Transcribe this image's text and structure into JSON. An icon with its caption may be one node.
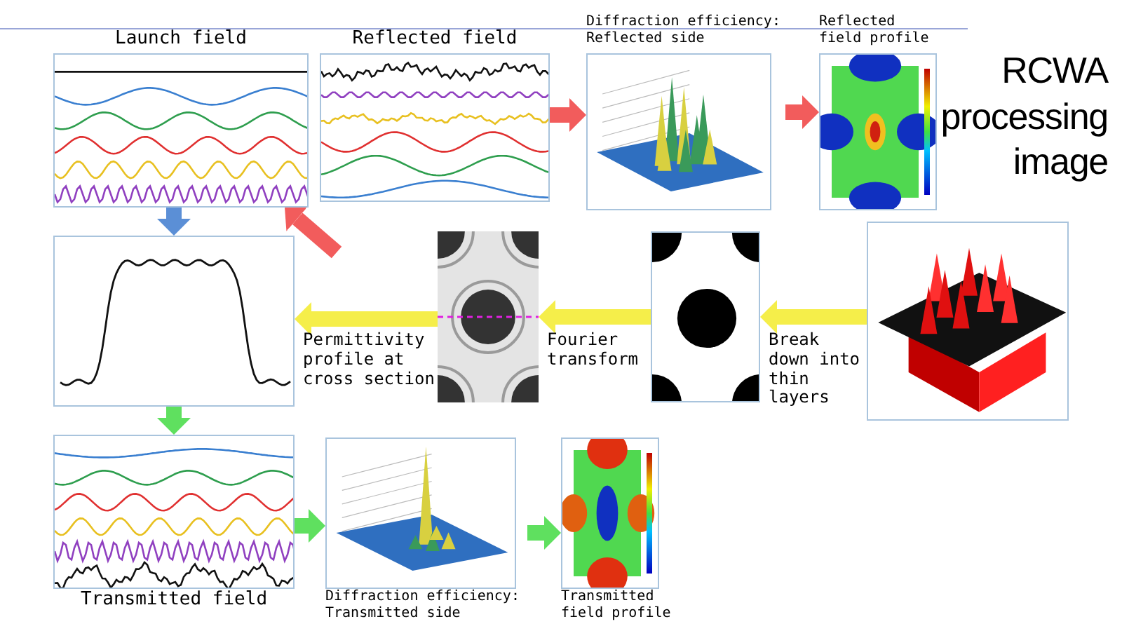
{
  "diagram": {
    "title": "RCWA processing image",
    "nodes": [
      {
        "text": [
          "Launch field"
        ]
      },
      {
        "text": [
          "Reflected field"
        ]
      },
      {
        "text": [
          "Diffraction efficiency: Reflected side"
        ]
      },
      {
        "text": [
          "Reflected field profile"
        ]
      },
      {
        "text": [],
        "shape": "picture"
      },
      {
        "text": [],
        "shape": "picture"
      },
      {
        "text": [],
        "shape": "picture"
      },
      {
        "text": [],
        "shape": "picture"
      },
      {
        "text": [
          "Transmitted field"
        ]
      },
      {
        "text": [
          "Diffraction efficiency: Transmitted side"
        ]
      },
      {
        "text": [
          "Transmitted field profile"
        ]
      }
    ],
    "edges": [
      {
        "from": 0,
        "to": 4,
        "arrow": "to",
        "color": "#5b8fd6"
      },
      {
        "from": 1,
        "to": 2,
        "arrow": "to",
        "color": "#f25c5c"
      },
      {
        "from": 2,
        "to": 3,
        "arrow": "to",
        "color": "#f25c5c"
      },
      {
        "from": null,
        "to": 0,
        "arrow": "to",
        "color": "#f25c5c"
      },
      {
        "from": 7,
        "to": 6,
        "arrow": "to",
        "label": "Break down into thin layers",
        "color": "#f5ee4a"
      },
      {
        "from": 6,
        "to": 5,
        "arrow": "to",
        "label": "Fourier transform",
        "color": "#f5ee4a"
      },
      {
        "from": 5,
        "to": 4,
        "arrow": "to",
        "label": "Permittivity profile at cross section",
        "color": "#f5ee4a"
      },
      {
        "from": 4,
        "to": 8,
        "arrow": "to",
        "color": "#5fe05f"
      },
      {
        "from": 8,
        "to": 9,
        "arrow": "to",
        "color": "#5fe05f"
      },
      {
        "from": 9,
        "to": 10,
        "arrow": "to",
        "color": "#5fe05f"
      }
    ]
  }
}
